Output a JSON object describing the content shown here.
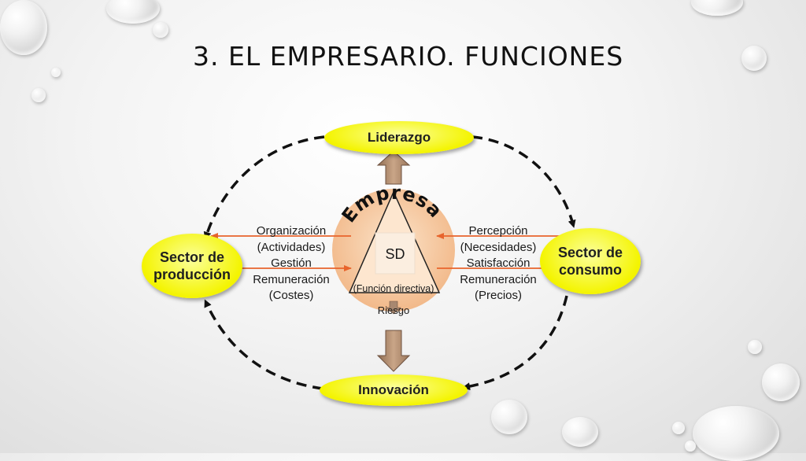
{
  "title": "3. EL EMPRESARIO. FUNCIONES",
  "top_oval": "Liderazgo",
  "bottom_oval": "Innovación",
  "left_oval": [
    "Sector de",
    "producción"
  ],
  "right_oval": [
    "Sector de",
    "consumo"
  ],
  "center": {
    "arc_label": "Empresa",
    "box_label": "SD",
    "directive_label": "(Función directiva)",
    "risk_label": "Riesgo"
  },
  "left_flows": [
    "Organización",
    "(Actividades)",
    "Gestión",
    "Remuneración",
    "(Costes)"
  ],
  "right_flows": [
    "Percepción",
    "(Necesidades)",
    "Satisfacción",
    "Remuneración",
    "(Precios)"
  ],
  "colors": {
    "oval_fill": "#f4f400",
    "center_circle": "#f5c9a0",
    "flow_arrows": "#e8642c",
    "block_arrow": "#b08a6a"
  }
}
